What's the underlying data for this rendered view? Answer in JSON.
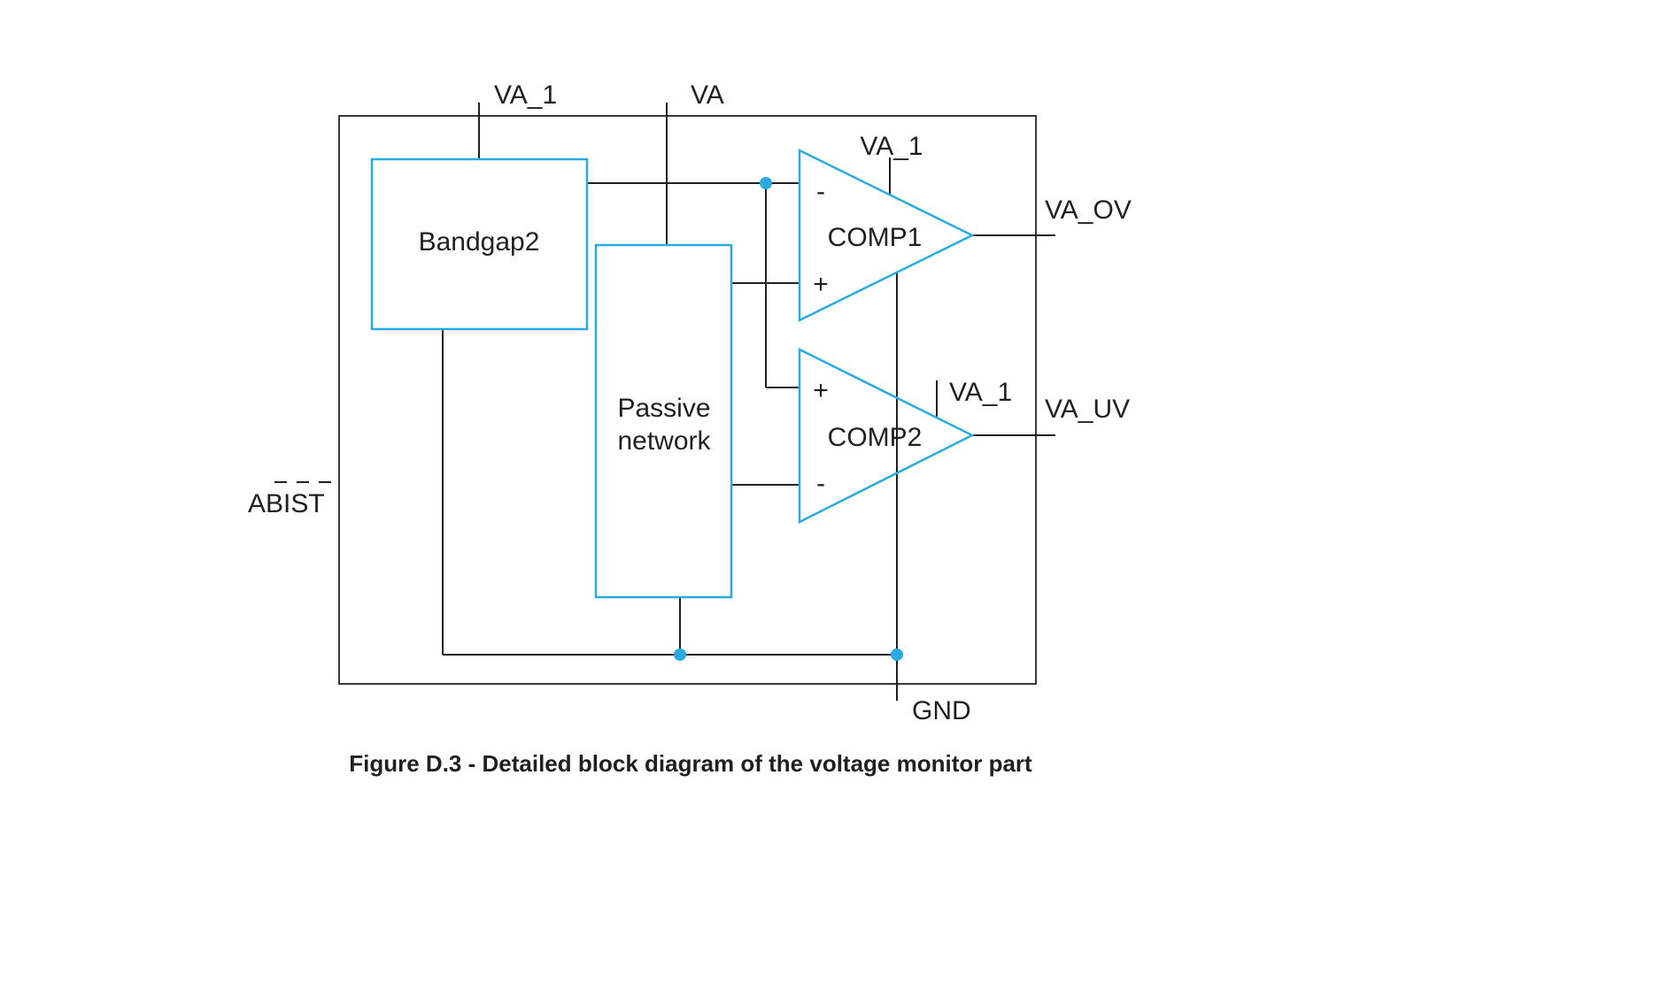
{
  "colors": {
    "block": "#29ABE2",
    "wire": "#231F20"
  },
  "labels": {
    "va1_top": "VA_1",
    "va_top": "VA",
    "bandgap": "Bandgap2",
    "passive_line1": "Passive",
    "passive_line2": "network",
    "comp1_minus": "-",
    "comp1_name": "COMP1",
    "comp1_plus": "+",
    "comp1_supply": "VA_1",
    "comp2_plus": "+",
    "comp2_name": "COMP2",
    "com2_reserved": "",
    "comp2_minus": "-",
    "comp2_supply": "VA_1",
    "va_ov": "VA_OV",
    "va_uv": "VA_UV",
    "gnd": "GND",
    "abist": "ABIST",
    "caption": "Figure D.3 - Detailed block diagram of the voltage monitor part"
  }
}
